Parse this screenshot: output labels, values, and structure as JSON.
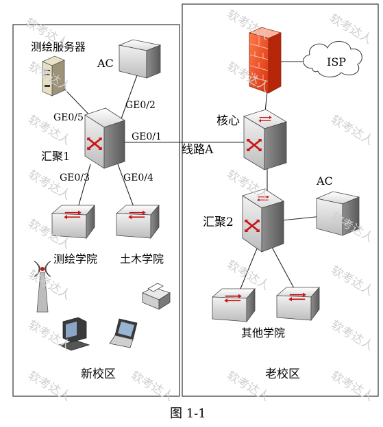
{
  "zones": {
    "new_campus": "新校区",
    "old_campus": "老校区"
  },
  "devices": {
    "server": "测绘服务器",
    "ac_new": "AC",
    "agg1": "汇聚1",
    "sw_mapping": "测绘学院",
    "sw_civil": "土木学院",
    "firewall_core": "核心",
    "isp": "ISP",
    "ac_old": "AC",
    "agg2": "汇聚2",
    "sw_other": "其他学院"
  },
  "links": {
    "ge0_5": "GE0/5",
    "ge0_2": "GE0/2",
    "ge0_1": "GE0/1",
    "ge0_3": "GE0/3",
    "ge0_4": "GE0/4",
    "line_a": "线路A"
  },
  "caption": "图 1-1",
  "watermark": "软考达人",
  "colors": {
    "firewall": "#e8401c",
    "switch_arrow": "#d01010"
  }
}
